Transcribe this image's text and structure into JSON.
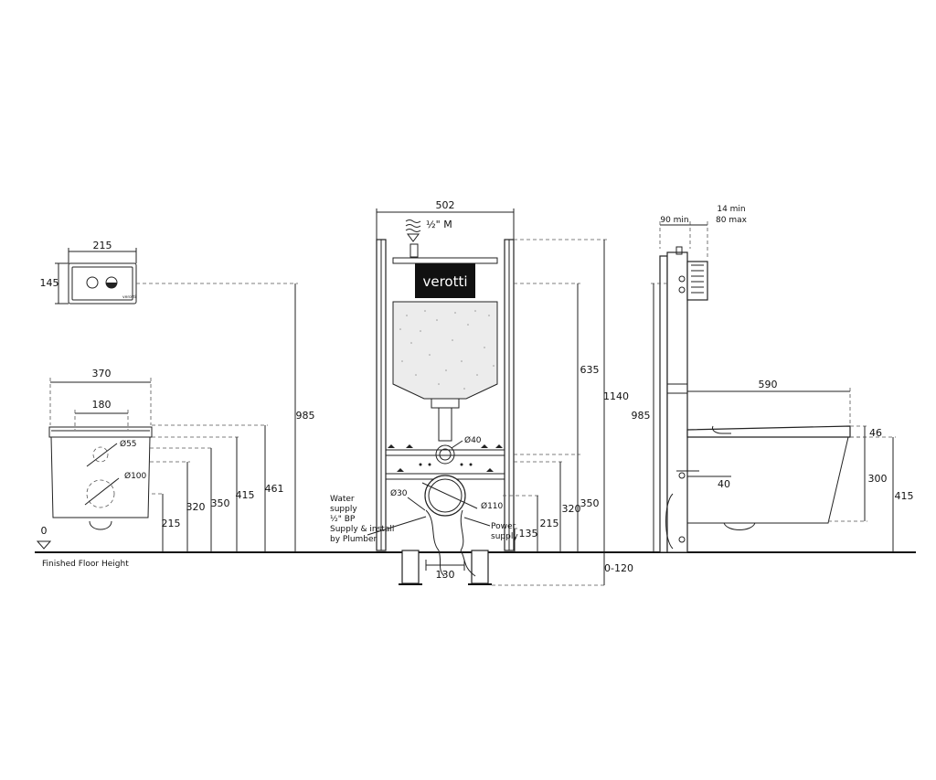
{
  "floor": {
    "zero_label": "0",
    "caption": "Finished Floor Height"
  },
  "flush_plate": {
    "width": "215",
    "height": "145",
    "brand_small": "verotti"
  },
  "toilet_front": {
    "width": "370",
    "inner_width": "180",
    "hole_small": "Ø55",
    "hole_large": "Ø100",
    "h_215": "215",
    "h_320": "320",
    "h_350": "350",
    "h_415": "415",
    "h_461": "461",
    "h_985": "985"
  },
  "frame": {
    "width": "502",
    "water_inlet": "½\" M",
    "brand": "verotti",
    "pipe_40": "Ø40",
    "pipe_30": "Ø30",
    "pipe_110": "Ø110",
    "water_note": [
      "Water",
      "supply",
      "½\" BP",
      "Supply & install",
      "by Plumber"
    ],
    "power_note": [
      "Power",
      "supply"
    ],
    "spacing_130": "130",
    "h_135": "135",
    "h_215": "215",
    "h_320": "320",
    "h_350": "350",
    "h_635": "635",
    "h_1140": "1140",
    "h_0_120": "0-120"
  },
  "side_view": {
    "depth_90": "90 min",
    "depth_14": "14 min",
    "depth_80": "80 max",
    "bowl_length": "590",
    "h_985": "985",
    "h_46": "46",
    "h_300": "300",
    "h_415": "415",
    "offset_40": "40"
  },
  "colors": {
    "line": "#222222",
    "tank_fill": "#e8e8e8",
    "logo_bg": "#111111"
  }
}
